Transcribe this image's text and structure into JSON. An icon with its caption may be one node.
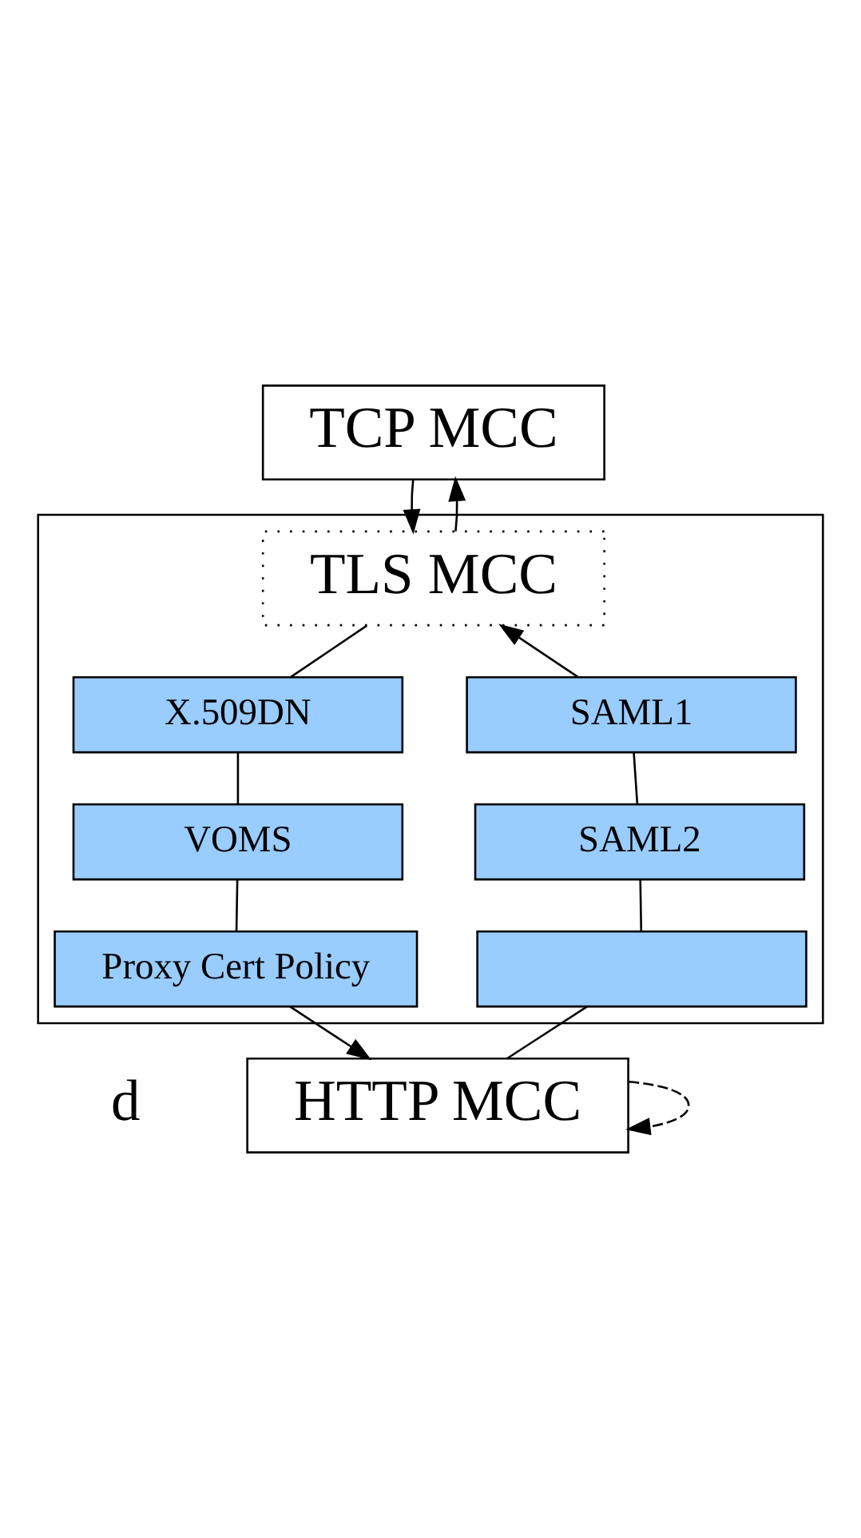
{
  "diagram": {
    "nodes": [
      {
        "text": [
          "TCP MCC"
        ]
      },
      {
        "text": [],
        "shape": "box"
      },
      {
        "text": [
          "TLS MCC"
        ],
        "in": 1
      },
      {
        "text": [
          "X.509DN"
        ],
        "in": 1
      },
      {
        "text": [
          "SAML1"
        ],
        "in": 1
      },
      {
        "text": [
          "VOMS"
        ],
        "in": 1
      },
      {
        "text": [
          "SAML2"
        ],
        "in": 1
      },
      {
        "text": [
          "Proxy Cert Policy"
        ],
        "in": 1
      },
      {
        "text": [],
        "shape": "box",
        "in": 1
      },
      {
        "text": [
          "HTTP MCC"
        ]
      }
    ],
    "edges": [
      {
        "from": 0,
        "to": 2,
        "arrow": "to"
      },
      {
        "from": 2,
        "to": 3,
        "arrow": "none"
      },
      {
        "from": 3,
        "to": 5,
        "arrow": "none"
      },
      {
        "from": 5,
        "to": 7,
        "arrow": "none"
      },
      {
        "from": 7,
        "to": 9,
        "arrow": "to"
      },
      {
        "from": 9,
        "to": 8,
        "arrow": "none"
      },
      {
        "from": 8,
        "to": 6,
        "arrow": "none"
      },
      {
        "from": 6,
        "to": 4,
        "arrow": "none"
      },
      {
        "from": 4,
        "to": 2,
        "arrow": "to"
      },
      {
        "from": 2,
        "to": 0,
        "arrow": "to"
      },
      {
        "from": 9,
        "to": 9,
        "arrow": "to",
        "style": "dashed"
      }
    ],
    "labels": [
      "d"
    ]
  }
}
